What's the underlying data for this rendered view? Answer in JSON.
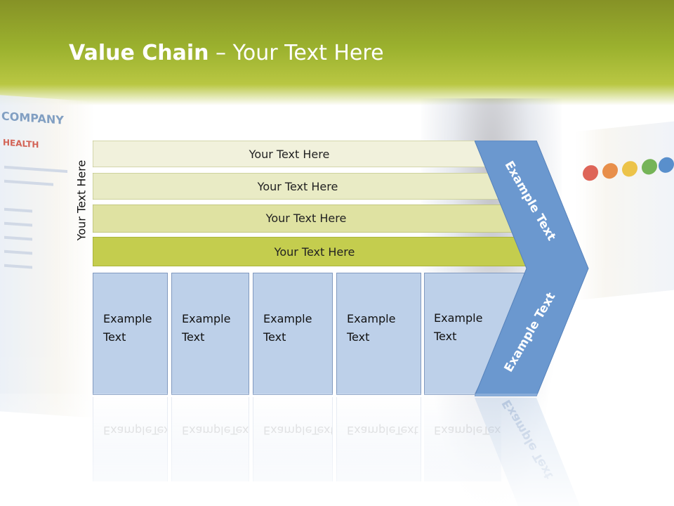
{
  "slide": {
    "title_bold": "Value Chain",
    "title_rest": " – Your Text Here",
    "side_label": "Your Text Here",
    "bars": [
      {
        "label": "Your Text Here",
        "color": "#f1f1dc"
      },
      {
        "label": "Your Text Here",
        "color": "#e9ebc5"
      },
      {
        "label": "Your Text Here",
        "color": "#dfe2a2"
      },
      {
        "label": "Your Text Here",
        "color": "#c4cd4e"
      }
    ],
    "boxes": [
      {
        "line1": "Example",
        "line2": "Text"
      },
      {
        "line1": "Example",
        "line2": "Text"
      },
      {
        "line1": "Example",
        "line2": "Text"
      },
      {
        "line1": "Example",
        "line2": "Text"
      },
      {
        "line1": "Example",
        "line2": "Text"
      }
    ],
    "chevron_top_text": "Example Text",
    "chevron_bottom_text": "Example Text"
  },
  "colors": {
    "header_green": "#9bb12e",
    "box_blue": "#bdd0e9",
    "chevron_blue": "#6b98cf"
  }
}
